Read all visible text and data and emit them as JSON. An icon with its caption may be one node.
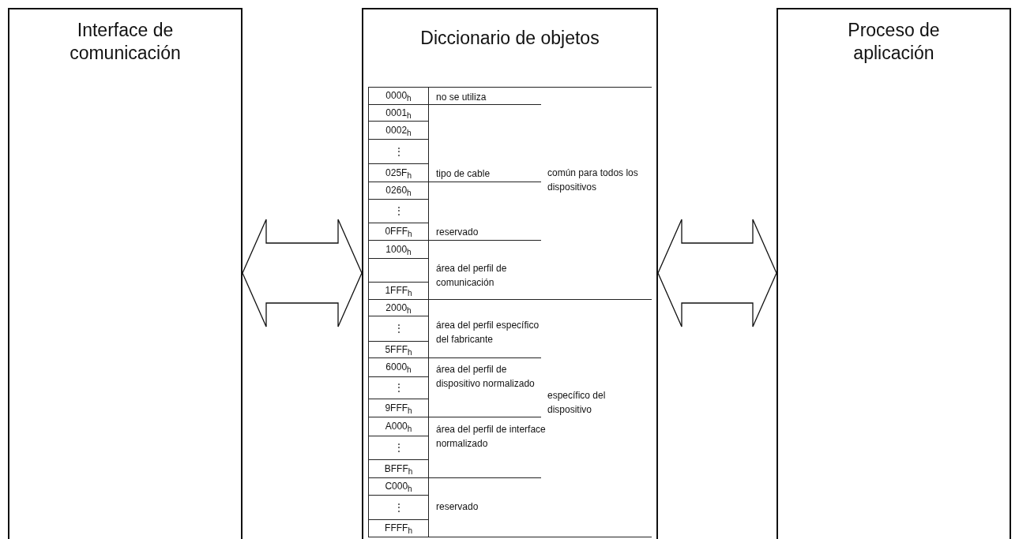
{
  "diagram": {
    "nodes": [
      {
        "text": [
          "Interface de comunicación"
        ]
      },
      {
        "text": [
          "Diccionario de objetos"
        ]
      },
      {
        "text": [
          "Proceso de aplicación"
        ]
      }
    ],
    "edges": [
      {
        "from": 0,
        "to": 1,
        "arrow": "both"
      },
      {
        "from": 1,
        "to": 2,
        "arrow": "both"
      }
    ],
    "labels": [
      "0000$_{h}$",
      "no se utiliza",
      "0001$_{h}$",
      "0002$_{h}$",
      "⋮",
      "025F$_{h}$",
      "tipo de cable",
      "común para todos los dispositivos",
      "0260$_{h}$",
      "⋮",
      "0FFF$_{h}$",
      "reservado",
      "1000$_{h}$",
      "área del perfil de comunicación",
      "1FFF$_{h}$",
      "2000$_{h}$",
      "⋮",
      "área del perfil específico del fabricante",
      "5FFF$_{h}$",
      "6000$_{h}$",
      "área del perfil de dispositivo normalizado",
      "⋮",
      "9FFF$_{h}$",
      "específico del dispositivo",
      "A000$_{h}$",
      "área del perfil de interface normalizado",
      "⋮",
      "BFFF$_{h}$",
      "C000$_{h}$",
      "⋮",
      "reservado",
      "FFFF$_{h}$"
    ]
  }
}
